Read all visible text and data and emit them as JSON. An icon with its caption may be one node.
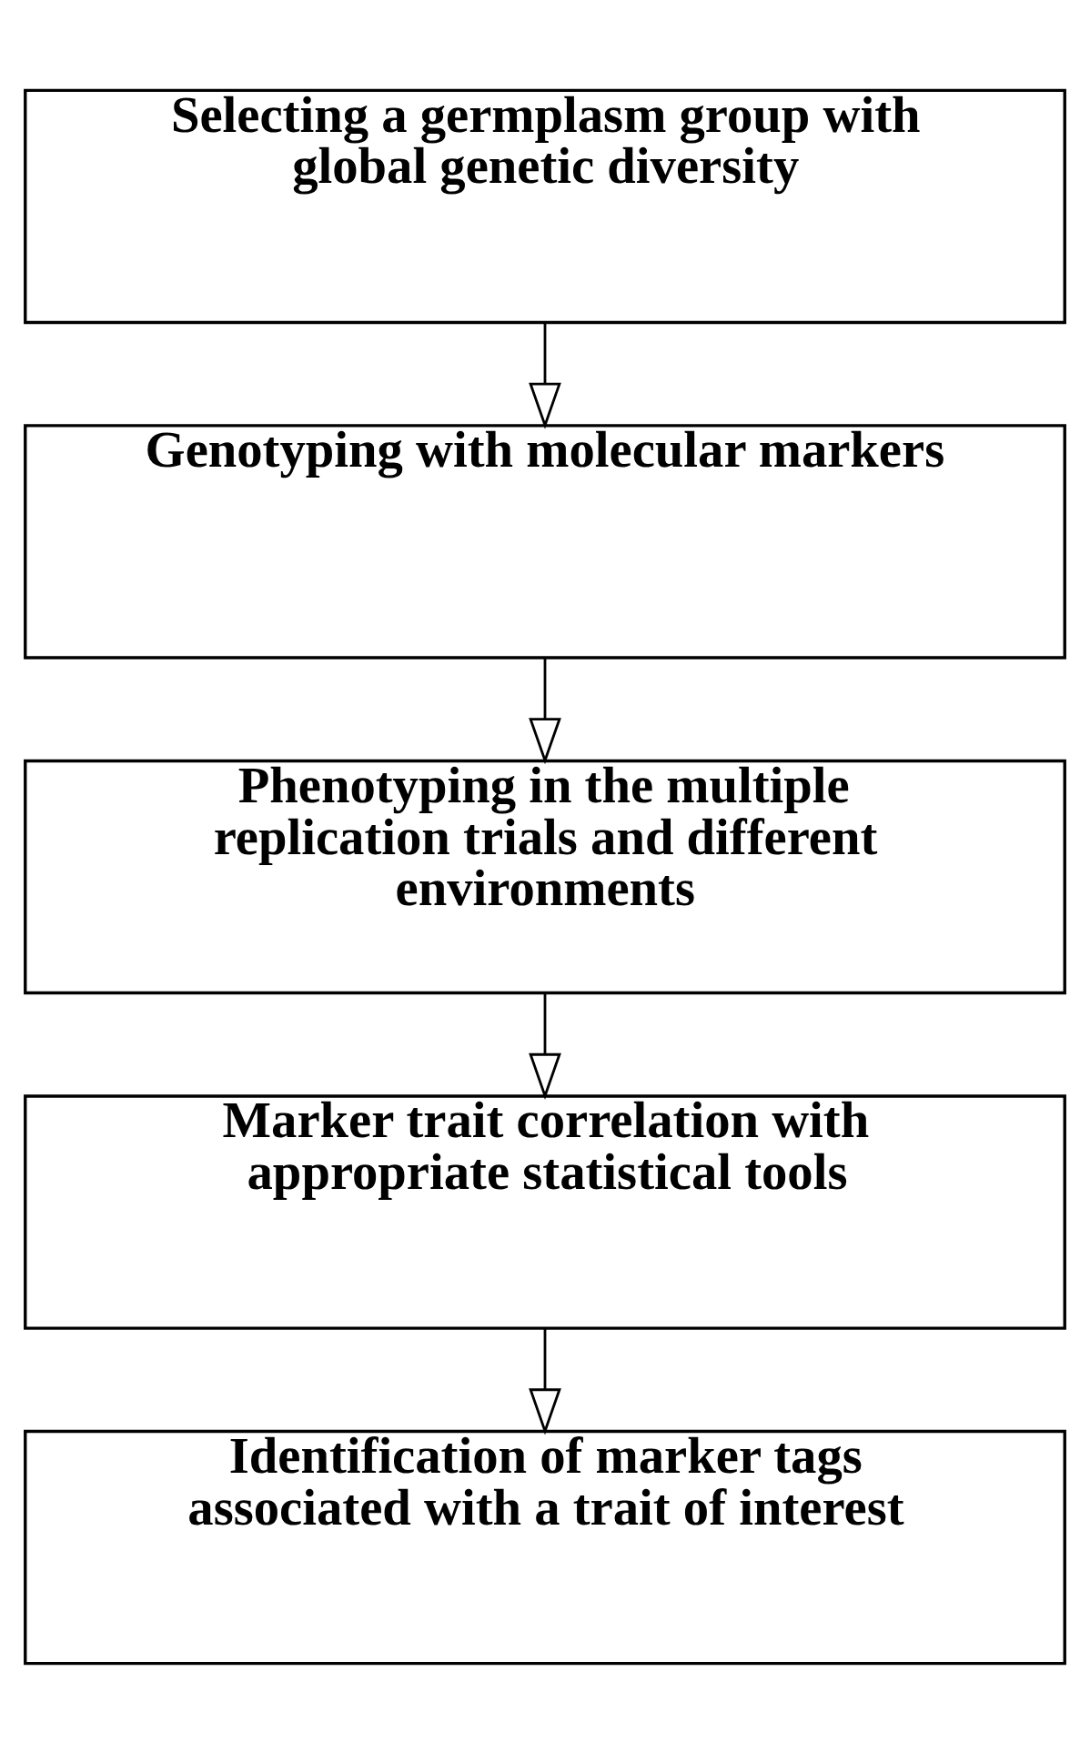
{
  "diagram": {
    "nodes": [
      {
        "text": [
          "Selecting a germplasm group with global genetic diversity"
        ]
      },
      {
        "text": [
          "Genotyping with molecular markers"
        ]
      },
      {
        "text": [
          "Phenotyping in the multiple replication trials and different environments"
        ]
      },
      {
        "text": [
          "Marker trait correlation with appropriate statistical tools"
        ]
      },
      {
        "text": [
          "Identification of marker tags associated with a trait of interest"
        ]
      }
    ],
    "edges": [
      {
        "from": 0,
        "to": 1,
        "arrow": "to"
      },
      {
        "from": 1,
        "to": 2,
        "arrow": "to"
      },
      {
        "from": 2,
        "to": 3,
        "arrow": "to"
      },
      {
        "from": 3,
        "to": 4,
        "arrow": "to"
      }
    ]
  }
}
